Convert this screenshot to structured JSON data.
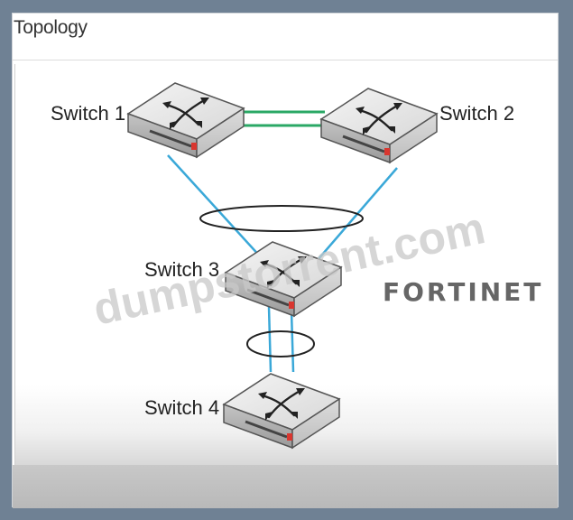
{
  "header": {
    "title": "Topology"
  },
  "switches": [
    {
      "id": "switch-1",
      "label": "Switch 1"
    },
    {
      "id": "switch-2",
      "label": "Switch 2"
    },
    {
      "id": "switch-3",
      "label": "Switch 3"
    },
    {
      "id": "switch-4",
      "label": "Switch 4"
    }
  ],
  "links": [
    {
      "from": "Switch 1",
      "to": "Switch 2",
      "count": 2,
      "color": "#2aa865"
    },
    {
      "from": "Switch 1",
      "to": "Switch 3",
      "count": 1,
      "color": "#3aa8d8"
    },
    {
      "from": "Switch 2",
      "to": "Switch 3",
      "count": 1,
      "color": "#3aa8d8"
    },
    {
      "from": "Switch 3",
      "to": "Switch 4",
      "count": 2,
      "color": "#3aa8d8"
    }
  ],
  "watermark": "dumpstorrent.com",
  "brand": "FORTINET",
  "colors": {
    "background": "#6f8194",
    "panel": "#ffffff",
    "green_link": "#2aa865",
    "blue_link": "#3aa8d8",
    "brand_accent": "#d9362f"
  }
}
